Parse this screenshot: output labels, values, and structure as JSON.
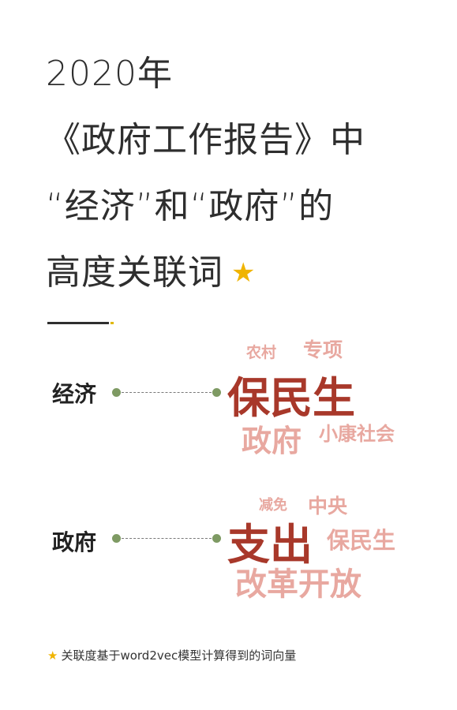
{
  "title": {
    "line1": "2020年",
    "line2": "《政府工作报告》中",
    "line3": "“经济”和“政府”的",
    "line4": "高度关联词",
    "star": "★"
  },
  "rows": [
    {
      "label": "经济",
      "words": {
        "main": "保民生",
        "w1": "农村",
        "w2": "专项",
        "w3": "政府",
        "w4": "小康社会"
      }
    },
    {
      "label": "政府",
      "words": {
        "main": "支出",
        "w1": "减免",
        "w2": "中央",
        "w3": "保民生",
        "w4": "改革开放"
      }
    }
  ],
  "footnote": {
    "star": "★",
    "text": "关联度基于word2vec模型计算得到的词向量"
  },
  "colors": {
    "main_word": "#a8382a",
    "related_word": "#e8a8a0",
    "accent_star": "#f0b400",
    "connector_dot": "#7e9a63"
  }
}
